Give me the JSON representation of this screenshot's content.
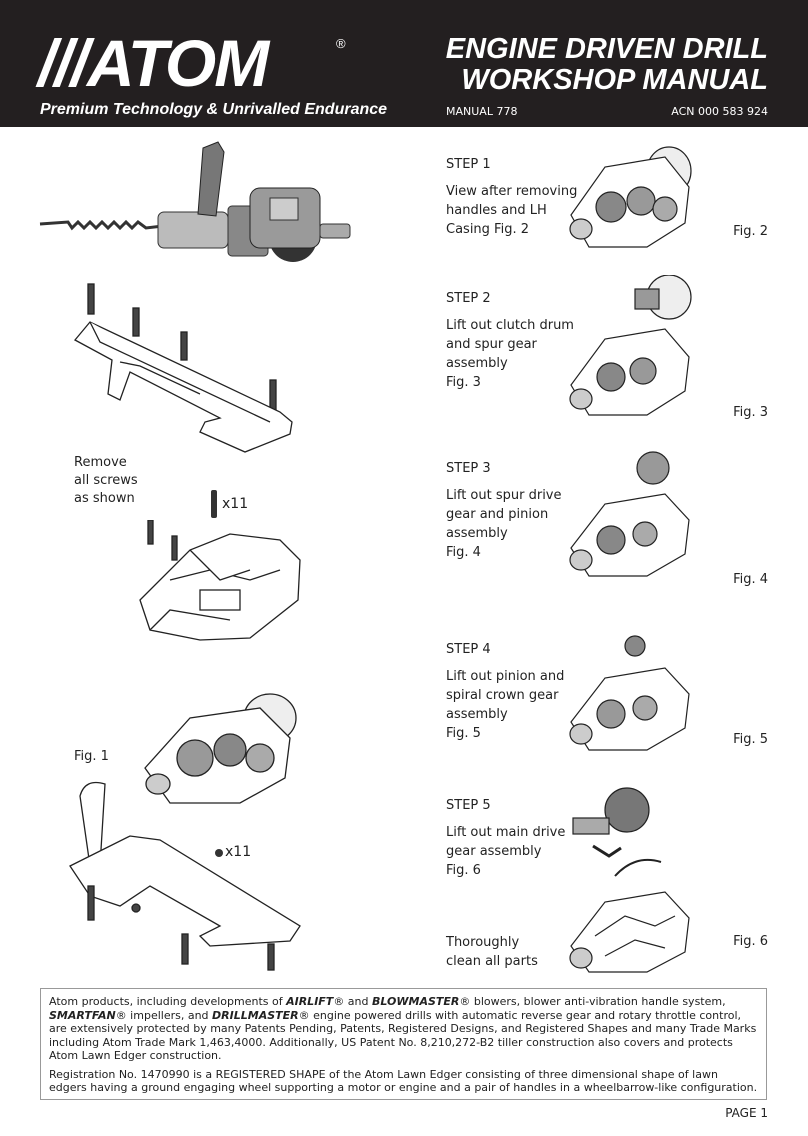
{
  "header": {
    "logo_text": "///ATOM",
    "logo_reg": "®",
    "tagline": "Premium Technology & Unrivalled Endurance",
    "title_line1": "ENGINE DRIVEN DRILL",
    "title_line2": "WORKSHOP MANUAL",
    "manual_no": "MANUAL 778",
    "acn": "ACN 000 583 924"
  },
  "left_panel": {
    "remove_label": [
      "Remove",
      "all screws",
      "as shown"
    ],
    "screw_count_1": "x11",
    "fig1_label": "Fig. 1",
    "screw_count_2": "x11"
  },
  "steps": [
    {
      "title": "STEP 1",
      "lines": [
        "View after removing",
        "handles and LH",
        "Casing Fig. 2"
      ],
      "fig": "Fig. 2"
    },
    {
      "title": "STEP 2",
      "lines": [
        "Lift out clutch drum",
        "and spur gear",
        "assembly",
        "Fig. 3"
      ],
      "fig": "Fig. 3"
    },
    {
      "title": "STEP 3",
      "lines": [
        "Lift out spur drive",
        "gear and pinion",
        "assembly",
        "Fig. 4"
      ],
      "fig": "Fig. 4"
    },
    {
      "title": "STEP 4",
      "lines": [
        "Lift out pinion and",
        "spiral crown gear",
        "assembly",
        "Fig. 5"
      ],
      "fig": "Fig. 5"
    },
    {
      "title": "STEP 5",
      "lines": [
        "Lift out main drive",
        "gear assembly",
        "Fig. 6"
      ],
      "fig": ""
    }
  ],
  "final_step": {
    "lines": [
      "Thoroughly",
      "clean all parts"
    ],
    "fig": "Fig. 6"
  },
  "notice": {
    "p1_a": "Atom products, including developments of ",
    "brand_airlift": "AIRLIFT",
    "p1_b": "® and ",
    "brand_blowmaster": "BLOWMASTER",
    "p1_c": "® blowers, blower anti-vibration handle system, ",
    "brand_smartfan": "SMARTFAN",
    "p1_d": "® impellers, and ",
    "brand_drillmaster": "DRILLMASTER",
    "p1_e": "® engine powered drills with automatic reverse gear and rotary throttle control, are extensively protected by many Patents Pending, Patents, Registered Designs, and Registered Shapes and many Trade Marks including Atom Trade Mark 1,463,4000. Additionally, US Patent No. 8,210,272-B2 tiller construction also covers and protects Atom Lawn Edger construction.",
    "p2": "Registration No. 1470990 is a REGISTERED SHAPE of the Atom Lawn Edger consisting of three dimensional shape of lawn edgers having a ground engaging wheel supporting a motor or engine and a pair of handles in a wheelbarrow-like configuration."
  },
  "page_no": "PAGE 1"
}
